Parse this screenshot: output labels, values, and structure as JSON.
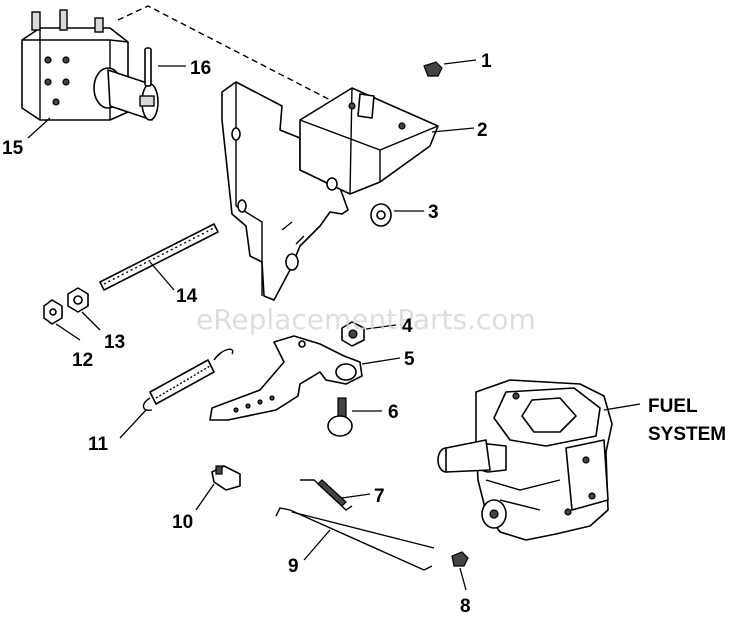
{
  "callouts": {
    "p1": "1",
    "p2": "2",
    "p3": "3",
    "p4": "4",
    "p5": "5",
    "p6": "6",
    "p7": "7",
    "p8": "8",
    "p9": "9",
    "p10": "10",
    "p11": "11",
    "p12": "12",
    "p13": "13",
    "p14": "14",
    "p15": "15",
    "p16": "16"
  },
  "fuel_system": {
    "line1": "FUEL",
    "line2": "SYSTEM"
  },
  "watermark": "eReplacementParts.com"
}
